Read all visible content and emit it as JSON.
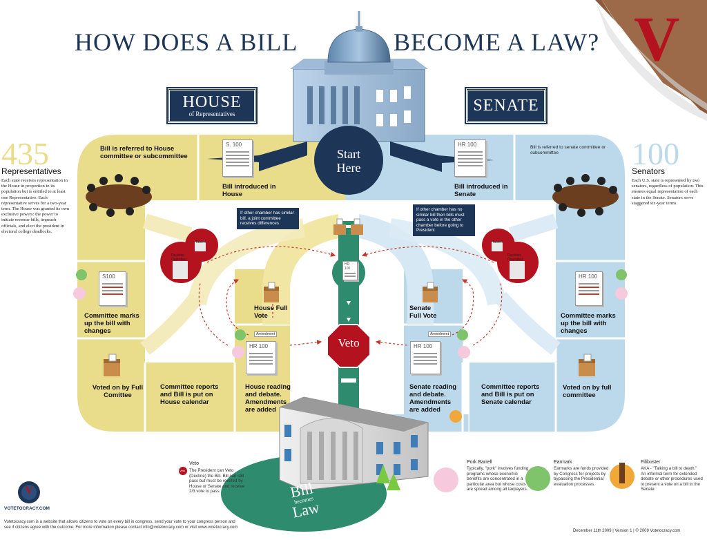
{
  "title": {
    "left": "HOW DOES A BILL",
    "right": "BECOME A LAW?"
  },
  "chambers": {
    "house": {
      "name": "HOUSE",
      "sub": "of Representatives"
    },
    "senate": {
      "name": "SENATE"
    }
  },
  "start": {
    "line1": "Start",
    "line2": "Here"
  },
  "house_info": {
    "count": "435",
    "label": "Representatives",
    "text": "Each state receives representation in the House in proportion to its population but is entitled to at least one Representative. Each representative serves for a two-year term. The House was granted its own exclusive powers: the power to initiate revenue bills, impeach officials, and elect the president in electoral college deadlocks."
  },
  "senate_info": {
    "count": "100",
    "label": "Senators",
    "text": "Each U.S. state is represented by two senators, regardless of population. This ensures equal representation of each state in the Senate. Senators serve staggered six-year terms."
  },
  "house_steps": {
    "referred": "Bill is referred to House committee or subcommittee",
    "introduced": "Bill introduced in House",
    "doc": "S. 100",
    "markup_doc": "S100",
    "markup": "Committee marks up the bill with changes",
    "voted": "Voted on by Full Comittee",
    "reports": "Committee reports and Bill is put on House calendar",
    "reading": "House reading and debate. Amendments are added",
    "reading_doc": "HR 100",
    "full_vote": "House Full Vote"
  },
  "senate_steps": {
    "referred": "Bill is referred to senate committee or subcommittee",
    "introduced": "Bill introduced in Senate",
    "doc": "HR 100",
    "markup_doc": "HR 100",
    "markup": "Committee marks up the bill with changes",
    "voted": "Voted on by full committee",
    "reports": "Committee reports and Bill is put on Senate calendar",
    "reading": "Senate reading and debate. Amendments are added",
    "reading_doc": "HR 100",
    "full_vote": "Senate Full Vote"
  },
  "amendment_label": "Amendment",
  "tabled": {
    "label1": "Tabled",
    "label2": "Decision Overruled"
  },
  "notes": {
    "left": "If other chamber has similar bill, a joint committee receives differences",
    "right": "If other chamber has no similar bill then bills must pass a vote in the other chamber before going to President"
  },
  "center_doc": "HR 100",
  "veto": "Veto",
  "law": {
    "line1": "Bill",
    "line2": "becomes",
    "line3": "Law"
  },
  "legend": {
    "veto": {
      "title": "Veto",
      "text": "The President can Veto (Decline) the Bill. Bill can still pass but must be revoted by House or Senate and receive 2/3 vote to pass",
      "badge": "Veto"
    },
    "pork": {
      "title": "Pork Barrell",
      "text": "Typically, \"pork\" involves funding programs whose economic benefits are concentrated in a particular area but whose costs are spread among all taxpayers."
    },
    "earmark": {
      "title": "Earmark",
      "text": "Earmarks are funds provided by Congress for projects by bypassing the Presidential evaluation processes."
    },
    "filibuster": {
      "title": "Filibuster",
      "text": "AKA - \"Talking a bill to death.\" An informal term for extended debate or other procedures used to present a vote on a bill in the Senate."
    }
  },
  "logo": {
    "letter": "V",
    "text": "VOTETOCRACY.COM"
  },
  "corner_letter": "V",
  "footer": {
    "left": "Votetocracy.com is a website that allows citizens to vote on every bill in congress, send your vote to your congress person and see if citizens agree with the outcome. For more information please contact info@votetocracy.com or visit www.votetocracy.com",
    "right": "December 11th 2009  |  Version 1  |  © 2009 Votetocracy.com"
  },
  "colors": {
    "navy": "#1d3557",
    "house": "#e9dc8a",
    "senate": "#bcd9ec",
    "red": "#b3121e",
    "green": "#2e8b6e"
  }
}
